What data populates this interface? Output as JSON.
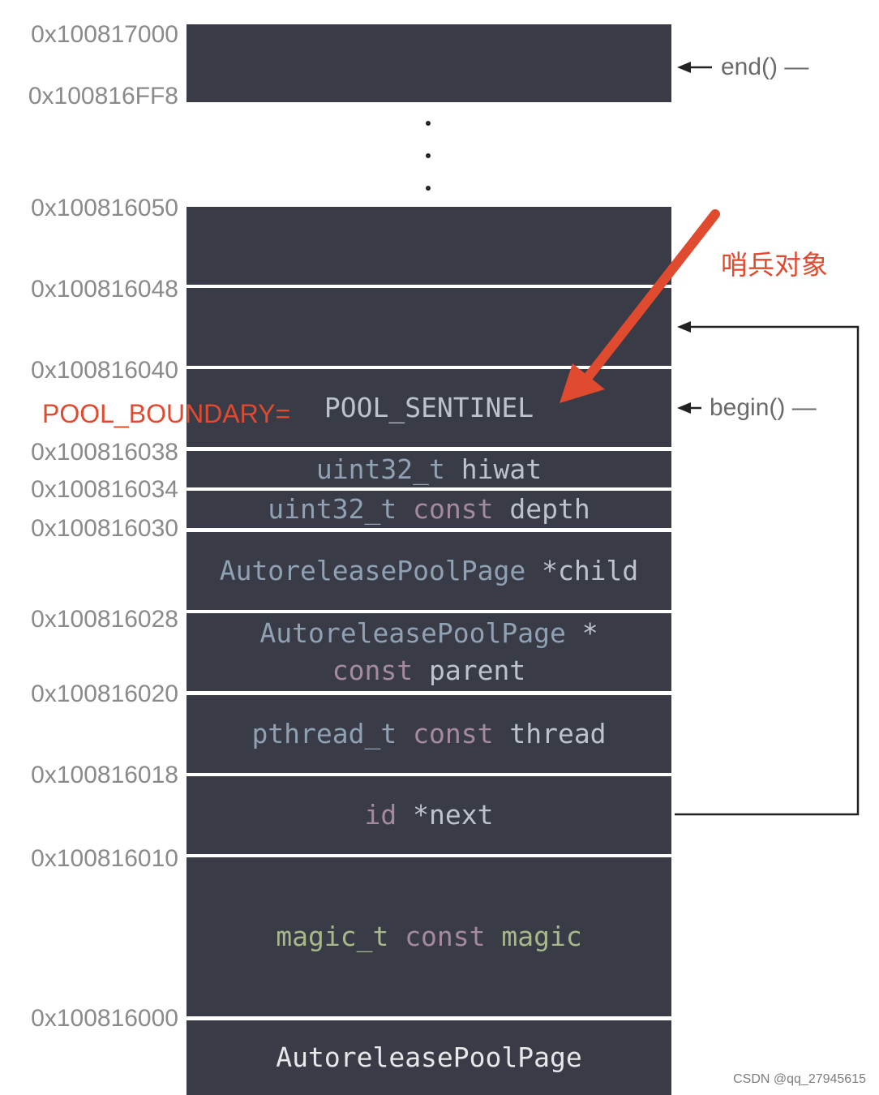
{
  "addresses": {
    "a17000": "0x100817000",
    "a16ff8": "0x100816FF8",
    "a16050": "0x100816050",
    "a16048": "0x100816048",
    "a16040": "0x100816040",
    "a16038": "0x100816038",
    "a16034": "0x100816034",
    "a16030": "0x100816030",
    "a16028": "0x100816028",
    "a16020": "0x100816020",
    "a16018": "0x100816018",
    "a16010": "0x100816010",
    "a16000": "0x100816000"
  },
  "blocks": {
    "sentinel": "POOL_SENTINEL",
    "hiwat_type": "uint32_t",
    "hiwat_name": "hiwat",
    "depth_type": "uint32_t",
    "depth_kw": "const",
    "depth_name": "depth",
    "child_type": "AutoreleasePoolPage",
    "child_name": "*child",
    "parent_type": "AutoreleasePoolPage",
    "parent_star": "*",
    "parent_kw": "const",
    "parent_name": "parent",
    "thread_type": "pthread_t",
    "thread_kw": "const",
    "thread_name": "thread",
    "next_type": "id",
    "next_name": "*next",
    "magic_type": "magic_t",
    "magic_kw": "const",
    "magic_name": "magic",
    "page": "AutoreleasePoolPage"
  },
  "annotations": {
    "end": "end() —",
    "begin": "begin() —",
    "sentinel_object": "哨兵对象",
    "pool_boundary": "POOL_BOUNDARY="
  },
  "colors": {
    "block_bg": "#393b47",
    "accent_red": "#e04a2f"
  },
  "footer": "CSDN @qq_27945615"
}
